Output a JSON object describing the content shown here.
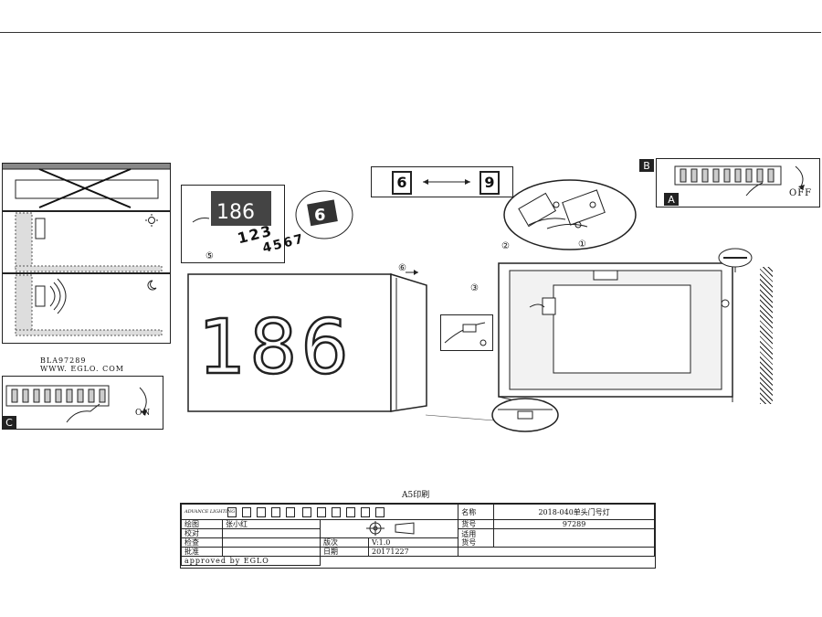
{
  "panel": {
    "model_code": "BLA97289",
    "website": "WWW. EGLO. COM",
    "house_number": "186",
    "swap_from": "6",
    "swap_to": "9",
    "digit_sheet_row1": "123",
    "digit_sheet_row2": "4567",
    "inset_number": "186",
    "zoom_digit": "6",
    "step_1": "①",
    "step_2": "②",
    "step_3": "③",
    "step_5": "⑤",
    "step_6": "⑥"
  },
  "labels": {
    "a": "A",
    "b": "B",
    "c": "C",
    "off": "OFF",
    "on": "ON"
  },
  "print_note": "A5印刷",
  "title_block": {
    "logo_text": "ADVANCE LIGHTING",
    "field_name_label": "名称",
    "field_name_value": "2018-040单头门号灯",
    "row_draw_label": "绘图",
    "row_draw_value": "张小红",
    "row_model_label": "货号",
    "row_model_value": "97289",
    "row_check_label": "校对",
    "row_inspect_label": "检查",
    "row_version_label": "版次",
    "row_version_value": "V:1.0",
    "row_apply_label": "适用",
    "row_apply_value": "货号",
    "row_approve_label": "批准",
    "row_date_label": "日期",
    "row_date_value": "20171227",
    "approved_by": "approved by EGLO"
  },
  "icons": {
    "sun": "sun-icon",
    "moon": "moon-icon",
    "screwdriver": "screwdriver-icon",
    "arrow_right": "arrow-right-icon",
    "rotate": "rotate-arrow-icon",
    "projection": "projection-symbol-icon"
  }
}
